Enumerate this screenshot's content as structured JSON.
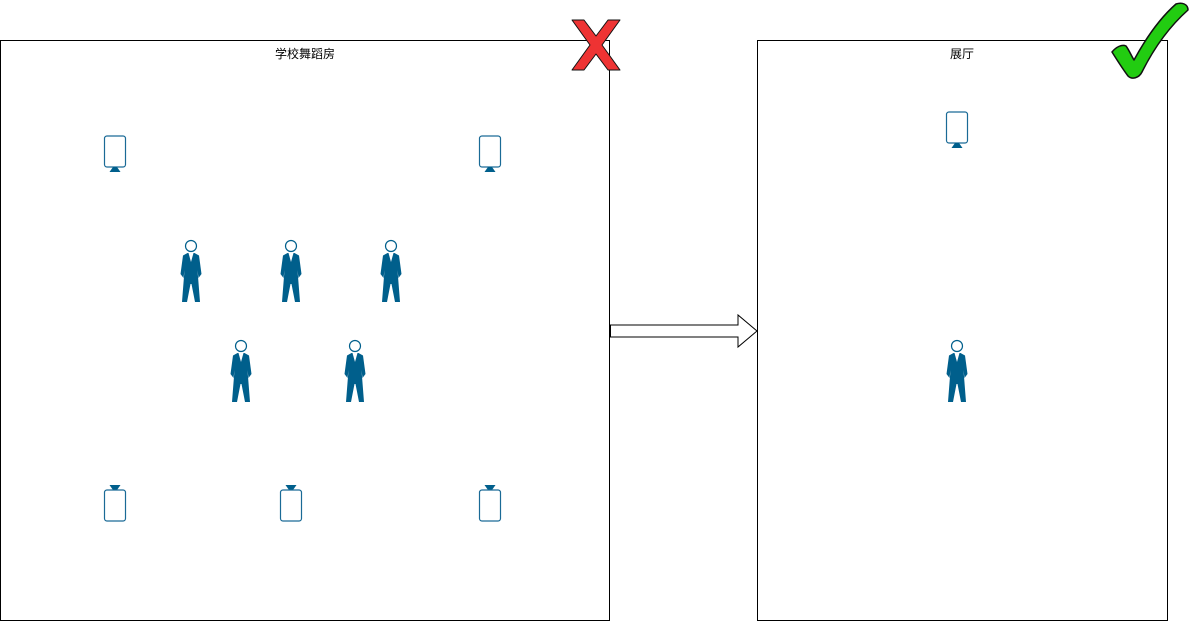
{
  "diagram": {
    "left_panel": {
      "title": "学校舞蹈房",
      "status_icon": "red-x-cross-icon",
      "person_count": 5,
      "device_count": 5
    },
    "right_panel": {
      "title": "展厅",
      "status_icon": "green-check-mark-icon",
      "person_count": 1,
      "device_count": 1
    },
    "connector": "right-arrow",
    "colors": {
      "figure": "#005f8c",
      "device_outline": "#1a6a96",
      "cross": "#ee3333",
      "check": "#22cc11",
      "stroke": "#000000"
    }
  }
}
